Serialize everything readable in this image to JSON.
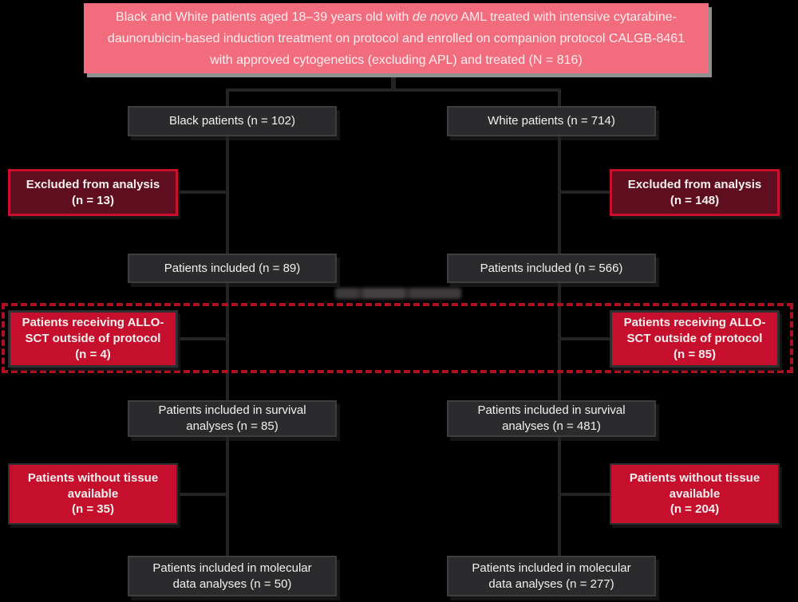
{
  "header": {
    "text_before_italic": "Black and White patients aged 18–39 years old with ",
    "italic_text": "de novo",
    "text_after_italic": " AML treated with intensive cytarabine-daunorubicin-based induction treatment on protocol and enrolled on companion protocol CALGB-8461 with approved cytogenetics (excluding APL) and treated (N = 816)"
  },
  "left": {
    "cohort": "Black patients (n = 102)",
    "excluded": "Excluded from analysis\n(n = 13)",
    "included": "Patients included (n = 89)",
    "allo": "Patients receiving ALLO-\nSCT outside of protocol\n(n = 4)",
    "survival": "Patients included in survival\nanalyses (n = 85)",
    "no_tissue": "Patients without tissue\navailable\n(n = 35)",
    "molecular": "Patients included in molecular\ndata analyses (n = 50)"
  },
  "right": {
    "cohort": "White patients (n = 714)",
    "excluded": "Excluded from analysis\n(n = 148)",
    "included": "Patients included (n = 566)",
    "allo": "Patients receiving ALLO-\nSCT outside of protocol\n(n = 85)",
    "survival": "Patients included in survival\nanalyses (n = 481)",
    "no_tissue": "Patients without tissue\navailable\n(n = 204)",
    "molecular": "Patients included in molecular\ndata analyses (n = 277)"
  },
  "colors": {
    "background": "#000000",
    "header_bg": "#f16c7d",
    "dark_box_bg": "#2b2a2c",
    "maroon_box_bg": "#5e0e1e",
    "red_box_bg": "#c50f2c",
    "red_accent": "#c8102e",
    "highlight_band_border": "#ad1021",
    "connector": "#242427"
  }
}
